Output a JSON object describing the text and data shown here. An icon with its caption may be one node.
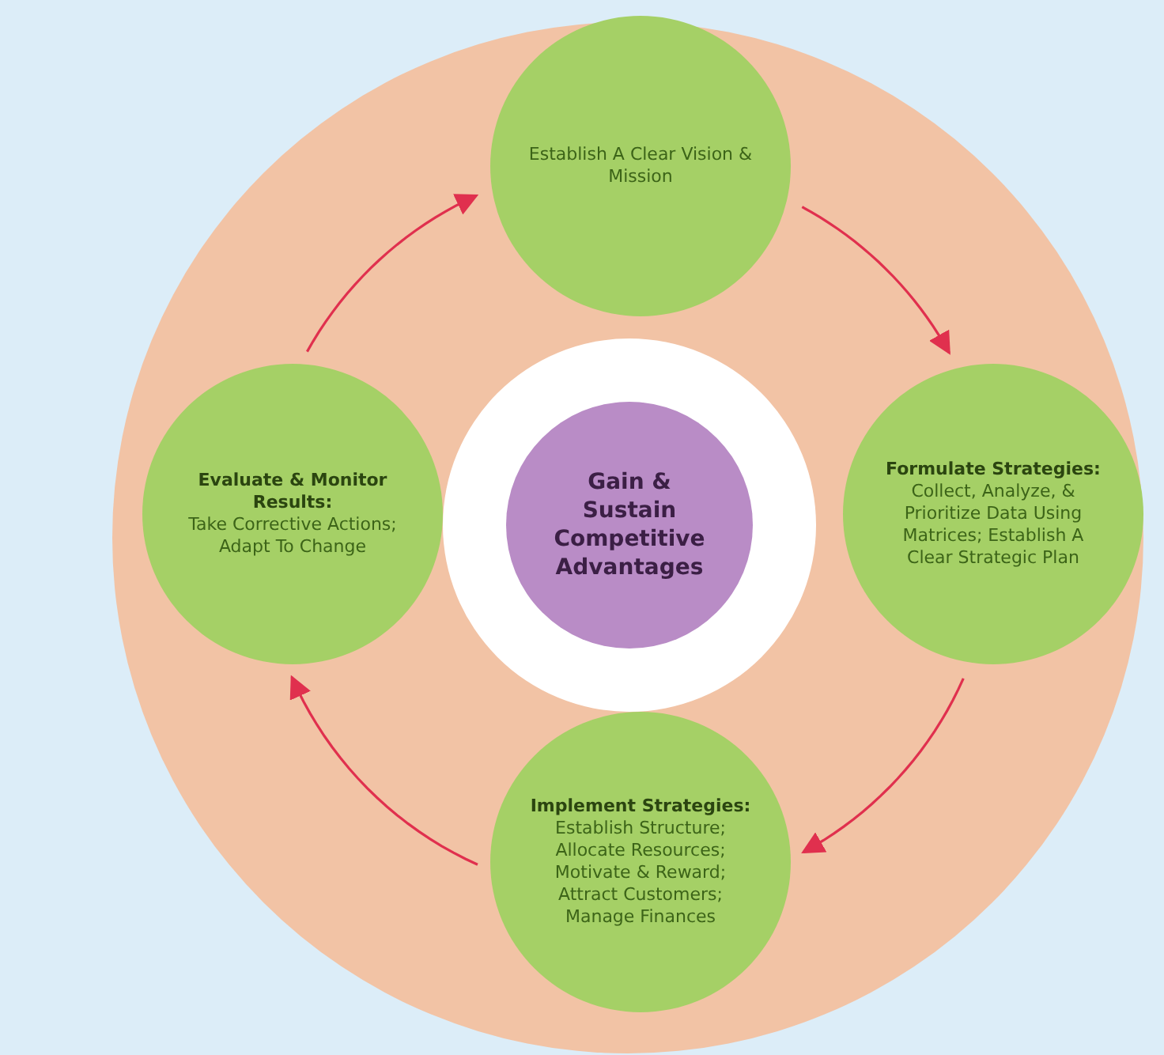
{
  "diagram": {
    "nodes": [
      {
        "text": [
          "Establish A Clear Vision & Mission"
        ]
      },
      {
        "text": [
          "Formulate Strategies:",
          "Collect, Analyze, & Prioritize Data Using Matrices; Establish A Clear Strategic Plan"
        ]
      },
      {
        "text": [
          "Implement Strategies:",
          "Establish Structure; Allocate Resources; Motivate & Reward; Attract Customers; Manage Finances"
        ]
      },
      {
        "text": [
          "Evaluate & Monitor Results:",
          "Take Corrective Actions; Adapt To Change"
        ]
      },
      {
        "text": [
          "Gain & Sustain Competitive Advantages"
        ]
      }
    ],
    "edges": [
      {
        "from": 0,
        "to": 1,
        "arrow": "to"
      },
      {
        "from": 1,
        "to": 2,
        "arrow": "to"
      },
      {
        "from": 2,
        "to": 3,
        "arrow": "to"
      },
      {
        "from": 3,
        "to": 0,
        "arrow": "to"
      }
    ]
  }
}
